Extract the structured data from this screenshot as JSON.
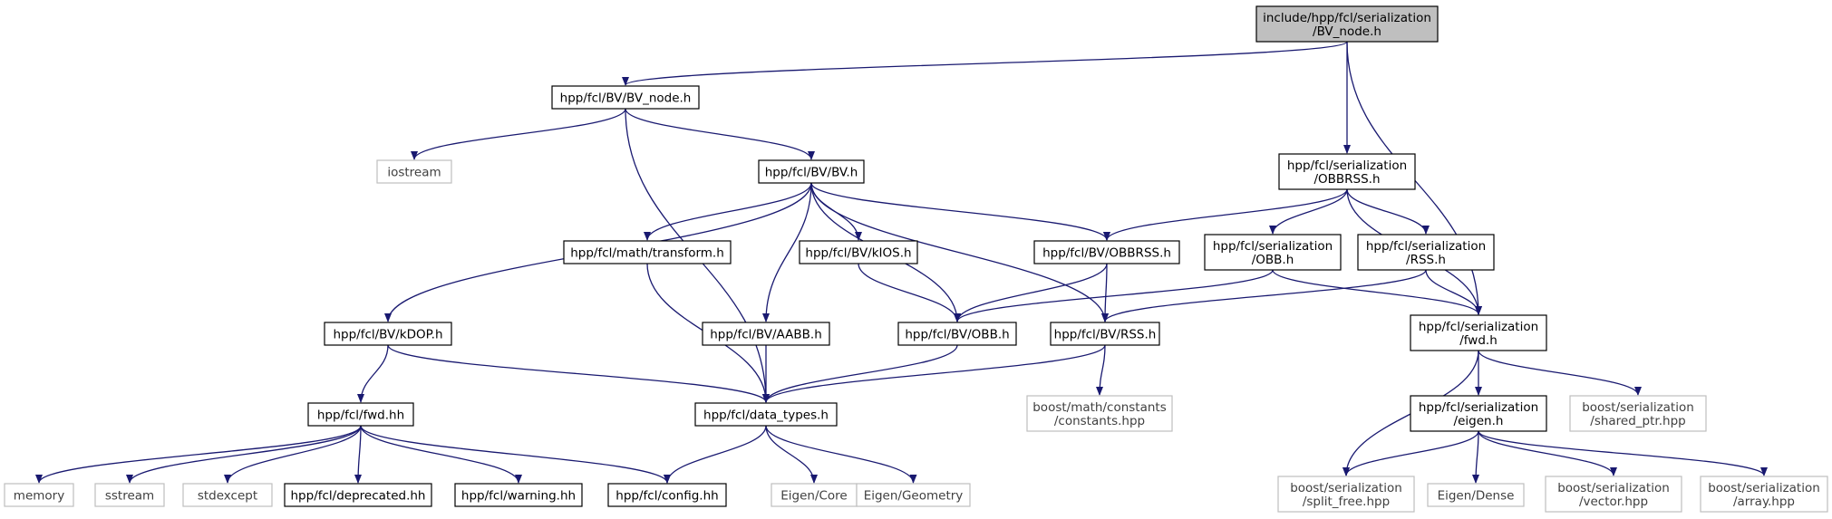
{
  "colors": {
    "edge": "#191970",
    "root_fill": "#bfbfbf",
    "node_border": "#000000",
    "external_border": "#bfbfbf",
    "external_text": "#404040"
  },
  "nodes": [
    {
      "id": "root",
      "kind": "root",
      "lines": [
        "include/hpp/fcl/serialization",
        "/BV_node.h"
      ]
    },
    {
      "id": "bv_node",
      "kind": "internal",
      "lines": [
        "hpp/fcl/BV/BV_node.h"
      ]
    },
    {
      "id": "iostream",
      "kind": "external",
      "lines": [
        "iostream"
      ]
    },
    {
      "id": "bv_h",
      "kind": "internal",
      "lines": [
        "hpp/fcl/BV/BV.h"
      ]
    },
    {
      "id": "ser_obbrss",
      "kind": "internal",
      "lines": [
        "hpp/fcl/serialization",
        "/OBBRSS.h"
      ]
    },
    {
      "id": "transform",
      "kind": "internal",
      "lines": [
        "hpp/fcl/math/transform.h"
      ]
    },
    {
      "id": "kios",
      "kind": "internal",
      "lines": [
        "hpp/fcl/BV/kIOS.h"
      ]
    },
    {
      "id": "bv_obbrss",
      "kind": "internal",
      "lines": [
        "hpp/fcl/BV/OBBRSS.h"
      ]
    },
    {
      "id": "ser_obb",
      "kind": "internal",
      "lines": [
        "hpp/fcl/serialization",
        "/OBB.h"
      ]
    },
    {
      "id": "ser_rss",
      "kind": "internal",
      "lines": [
        "hpp/fcl/serialization",
        "/RSS.h"
      ]
    },
    {
      "id": "kdop",
      "kind": "internal",
      "lines": [
        "hpp/fcl/BV/kDOP.h"
      ]
    },
    {
      "id": "aabb",
      "kind": "internal",
      "lines": [
        "hpp/fcl/BV/AABB.h"
      ]
    },
    {
      "id": "bv_obb",
      "kind": "internal",
      "lines": [
        "hpp/fcl/BV/OBB.h"
      ]
    },
    {
      "id": "bv_rss",
      "kind": "internal",
      "lines": [
        "hpp/fcl/BV/RSS.h"
      ]
    },
    {
      "id": "ser_fwd",
      "kind": "internal",
      "lines": [
        "hpp/fcl/serialization",
        "/fwd.h"
      ]
    },
    {
      "id": "fwd_hh",
      "kind": "internal",
      "lines": [
        "hpp/fcl/fwd.hh"
      ]
    },
    {
      "id": "data_types",
      "kind": "internal",
      "lines": [
        "hpp/fcl/data_types.h"
      ]
    },
    {
      "id": "boost_constants",
      "kind": "external",
      "lines": [
        "boost/math/constants",
        "/constants.hpp"
      ]
    },
    {
      "id": "ser_eigen",
      "kind": "internal",
      "lines": [
        "hpp/fcl/serialization",
        "/eigen.h"
      ]
    },
    {
      "id": "shared_ptr",
      "kind": "external",
      "lines": [
        "boost/serialization",
        "/shared_ptr.hpp"
      ]
    },
    {
      "id": "memory",
      "kind": "external",
      "lines": [
        "memory"
      ]
    },
    {
      "id": "sstream",
      "kind": "external",
      "lines": [
        "sstream"
      ]
    },
    {
      "id": "stdexcept",
      "kind": "external",
      "lines": [
        "stdexcept"
      ]
    },
    {
      "id": "deprecated",
      "kind": "internal",
      "lines": [
        "hpp/fcl/deprecated.hh"
      ]
    },
    {
      "id": "warning",
      "kind": "internal",
      "lines": [
        "hpp/fcl/warning.hh"
      ]
    },
    {
      "id": "config",
      "kind": "internal",
      "lines": [
        "hpp/fcl/config.hh"
      ]
    },
    {
      "id": "eigen_core",
      "kind": "external",
      "lines": [
        "Eigen/Core"
      ]
    },
    {
      "id": "eigen_geometry",
      "kind": "external",
      "lines": [
        "Eigen/Geometry"
      ]
    },
    {
      "id": "split_free",
      "kind": "external",
      "lines": [
        "boost/serialization",
        "/split_free.hpp"
      ]
    },
    {
      "id": "eigen_dense",
      "kind": "external",
      "lines": [
        "Eigen/Dense"
      ]
    },
    {
      "id": "vector_hpp",
      "kind": "external",
      "lines": [
        "boost/serialization",
        "/vector.hpp"
      ]
    },
    {
      "id": "array_hpp",
      "kind": "external",
      "lines": [
        "boost/serialization",
        "/array.hpp"
      ]
    }
  ],
  "edges": [
    [
      "root",
      "bv_node"
    ],
    [
      "root",
      "ser_obbrss"
    ],
    [
      "root",
      "ser_fwd"
    ],
    [
      "bv_node",
      "iostream"
    ],
    [
      "bv_node",
      "bv_h"
    ],
    [
      "bv_node",
      "data_types"
    ],
    [
      "bv_h",
      "kdop"
    ],
    [
      "bv_h",
      "transform"
    ],
    [
      "bv_h",
      "aabb"
    ],
    [
      "bv_h",
      "kios"
    ],
    [
      "bv_h",
      "bv_obb"
    ],
    [
      "bv_h",
      "bv_rss"
    ],
    [
      "bv_h",
      "bv_obbrss"
    ],
    [
      "ser_obbrss",
      "bv_obbrss"
    ],
    [
      "ser_obbrss",
      "ser_obb"
    ],
    [
      "ser_obbrss",
      "ser_rss"
    ],
    [
      "ser_obbrss",
      "ser_fwd"
    ],
    [
      "transform",
      "data_types"
    ],
    [
      "kios",
      "bv_obb"
    ],
    [
      "bv_obbrss",
      "bv_obb"
    ],
    [
      "bv_obbrss",
      "bv_rss"
    ],
    [
      "ser_obb",
      "bv_obb"
    ],
    [
      "ser_obb",
      "ser_fwd"
    ],
    [
      "ser_rss",
      "bv_rss"
    ],
    [
      "ser_rss",
      "ser_fwd"
    ],
    [
      "kdop",
      "fwd_hh"
    ],
    [
      "kdop",
      "data_types"
    ],
    [
      "aabb",
      "data_types"
    ],
    [
      "bv_obb",
      "data_types"
    ],
    [
      "bv_rss",
      "data_types"
    ],
    [
      "bv_rss",
      "boost_constants"
    ],
    [
      "ser_fwd",
      "split_free"
    ],
    [
      "ser_fwd",
      "ser_eigen"
    ],
    [
      "ser_fwd",
      "shared_ptr"
    ],
    [
      "fwd_hh",
      "memory"
    ],
    [
      "fwd_hh",
      "sstream"
    ],
    [
      "fwd_hh",
      "stdexcept"
    ],
    [
      "fwd_hh",
      "deprecated"
    ],
    [
      "fwd_hh",
      "warning"
    ],
    [
      "fwd_hh",
      "config"
    ],
    [
      "data_types",
      "config"
    ],
    [
      "data_types",
      "eigen_core"
    ],
    [
      "data_types",
      "eigen_geometry"
    ],
    [
      "ser_eigen",
      "split_free"
    ],
    [
      "ser_eigen",
      "eigen_dense"
    ],
    [
      "ser_eigen",
      "vector_hpp"
    ],
    [
      "ser_eigen",
      "array_hpp"
    ]
  ]
}
